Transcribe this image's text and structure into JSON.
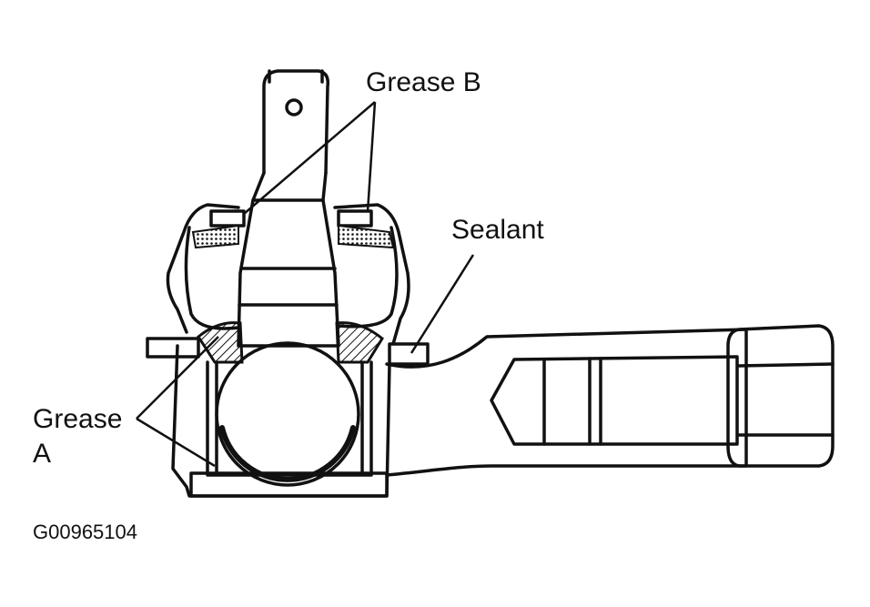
{
  "labels": {
    "grease_b": "Grease B",
    "sealant": "Sealant",
    "grease_a_line1": "Grease",
    "grease_a_line2": "A",
    "figure_id": "G00965104"
  },
  "colors": {
    "ink": "#111111",
    "background": "#ffffff"
  }
}
